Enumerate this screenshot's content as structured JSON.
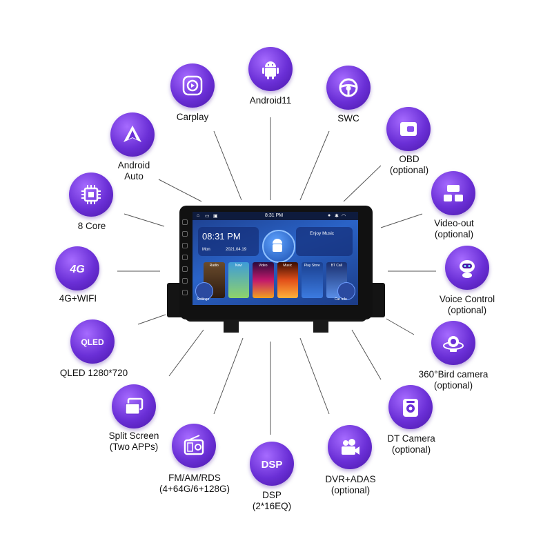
{
  "features": {
    "android": {
      "label": "Android11",
      "icon": "android-icon"
    },
    "swc": {
      "label": "SWC",
      "icon": "steering-wheel-icon"
    },
    "obd": {
      "label1": "OBD",
      "label2": "(optional)",
      "icon": "obd-icon"
    },
    "videoout": {
      "label1": "Video-out",
      "label2": "(optional)",
      "icon": "video-out-icon"
    },
    "voice": {
      "label1": "Voice Control",
      "label2": "(optional)",
      "icon": "robot-icon"
    },
    "bird": {
      "label1": "360°Bird camera",
      "label2": "(optional)",
      "icon": "360-camera-icon"
    },
    "dtcam": {
      "label1": "DT Camera",
      "label2": "(optional)",
      "icon": "camera-icon"
    },
    "dvr": {
      "label1": "DVR+ADAS",
      "label2": "(optional)",
      "icon": "video-camera-icon"
    },
    "dsp": {
      "label1": "DSP",
      "label2": "(2*16EQ)",
      "badge": "DSP",
      "icon": "dsp-icon"
    },
    "fm": {
      "label1": "FM/AM/RDS",
      "label2": "(4+64G/6+128G)",
      "icon": "radio-icon"
    },
    "split": {
      "label1": "Split Screen",
      "label2": "(Two APPs)",
      "icon": "split-screen-icon"
    },
    "qled": {
      "label": "QLED 1280*720",
      "badge": "QLED",
      "icon": "qled-icon"
    },
    "wifi4g": {
      "label": "4G+WIFI",
      "badge": "4G",
      "icon": "4g-icon"
    },
    "core": {
      "label": "8 Core",
      "icon": "chip-icon"
    },
    "aauto": {
      "label1": "Android",
      "label2": "Auto",
      "icon": "android-auto-icon"
    },
    "carplay": {
      "label": "Carplay",
      "icon": "carplay-icon"
    }
  },
  "screen": {
    "time_bar": "8:31 PM",
    "clock_time": "08:31 PM",
    "day": "Mon",
    "date": "2021.04.19",
    "music": "Enjoy Music",
    "tiles": [
      "Radio",
      "Navi",
      "Video",
      "Music",
      "Play Store",
      "BT Call"
    ],
    "settings": "Settings",
    "carinfo": "Car Info"
  },
  "colors": {
    "accent": "#6a2fd6",
    "line": "#555555"
  }
}
